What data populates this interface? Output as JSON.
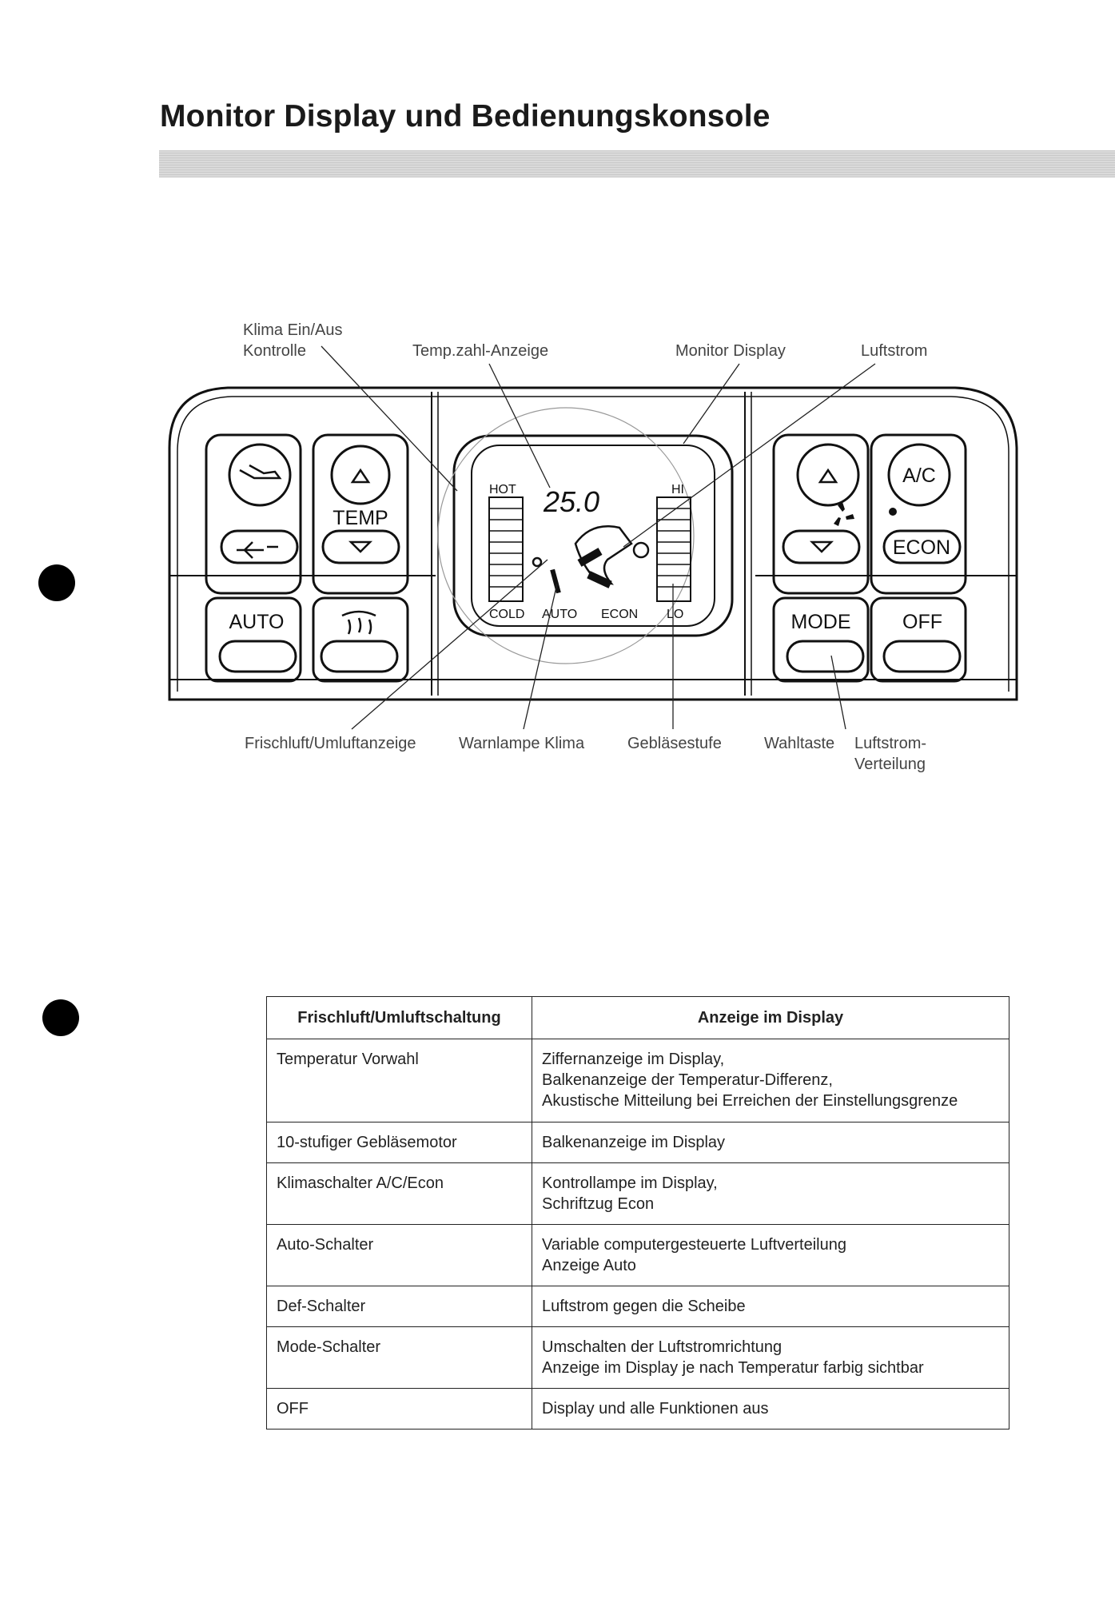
{
  "title": "Monitor Display und Bedienungskonsole",
  "diagram": {
    "callouts_top": {
      "klima_line1": "Klima Ein/Aus",
      "klima_line2": "Kontrolle",
      "temp_anzeige": "Temp.zahl-Anzeige",
      "monitor_display": "Monitor Display",
      "luftstrom": "Luftstrom"
    },
    "callouts_bottom": {
      "frischluft": "Frischluft/Umluftanzeige",
      "warnlampe": "Warnlampe Klima",
      "geblaesestufe": "Gebläsestufe",
      "wahltaste": "Wahltaste",
      "verteilung_line1": "Luftstrom-",
      "verteilung_line2": "Verteilung"
    },
    "buttons": {
      "temp": "TEMP",
      "auto": "AUTO",
      "mode": "MODE",
      "off": "OFF",
      "ac": "A/C",
      "econ": "ECON"
    },
    "display": {
      "temperature": "25.0",
      "hot": "HOT",
      "cold": "COLD",
      "auto": "AUTO",
      "econ": "ECON",
      "hi": "HI",
      "lo": "LO"
    }
  },
  "table": {
    "headers": [
      "Frischluft/Umluftschaltung",
      "Anzeige im Display"
    ],
    "rows": [
      [
        "Temperatur Vorwahl",
        "Ziffernanzeige im Display,\nBalkenanzeige der Temperatur-Differenz,\nAkustische Mitteilung bei Erreichen der Einstellungsgrenze"
      ],
      [
        "10-stufiger Gebläsemotor",
        "Balkenanzeige im Display"
      ],
      [
        "Klimaschalter A/C/Econ",
        "Kontrollampe im Display,\nSchriftzug Econ"
      ],
      [
        "Auto-Schalter",
        "Variable computergesteuerte Luftverteilung\nAnzeige Auto"
      ],
      [
        "Def-Schalter",
        "Luftstrom gegen die Scheibe"
      ],
      [
        "Mode-Schalter",
        "Umschalten der Luftstromrichtung\nAnzeige im Display je nach Temperatur farbig sichtbar"
      ],
      [
        "OFF",
        "Display und alle Funktionen aus"
      ]
    ]
  }
}
